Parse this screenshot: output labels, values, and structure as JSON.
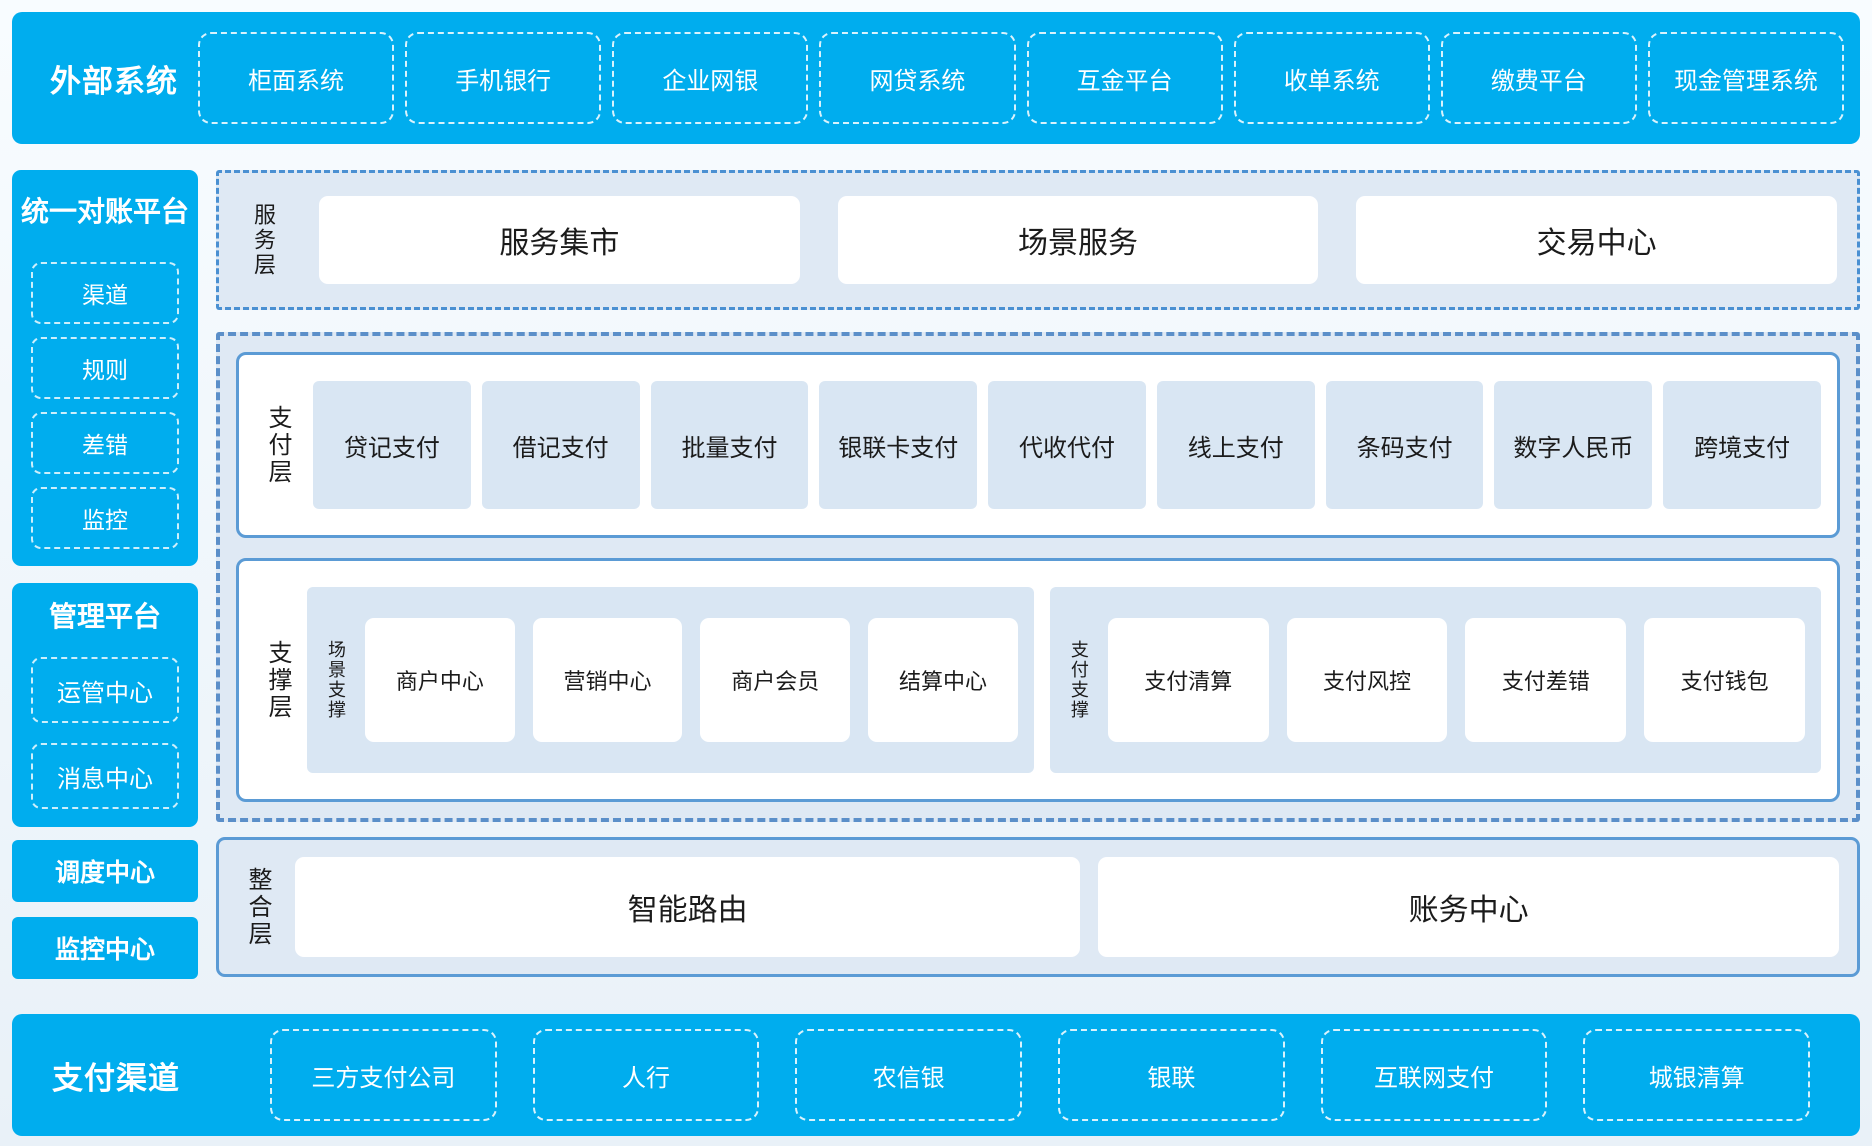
{
  "colors": {
    "bar_blue": "#00ADEE",
    "panel_fill": "#dfe9f4",
    "item_fill": "#d9e6f3",
    "solid_border": "#5b9bd5",
    "dashed_border": "#5b8fc9",
    "dashdot_border": "#4a90d2",
    "white": "#ffffff"
  },
  "topbar": {
    "title": "外部系统",
    "items": [
      "柜面系统",
      "手机银行",
      "企业网银",
      "网贷系统",
      "互金平台",
      "收单系统",
      "缴费平台",
      "现金管理系统"
    ]
  },
  "sidebar": {
    "panels": [
      {
        "title": "统一对账平台",
        "items": [
          "渠道",
          "规则",
          "差错",
          "监控"
        ]
      },
      {
        "title": "管理平台",
        "items": [
          "运管中心",
          "消息中心"
        ]
      }
    ],
    "blocks": [
      "调度中心",
      "监控中心"
    ]
  },
  "layers": {
    "service": {
      "label": "服务层",
      "items": [
        "服务集市",
        "场景服务",
        "交易中心"
      ]
    },
    "payment": {
      "label": "支付层",
      "items": [
        "贷记支付",
        "借记支付",
        "批量支付",
        "银联卡支付",
        "代收代付",
        "线上支付",
        "条码支付",
        "数字人民币",
        "跨境支付"
      ]
    },
    "support": {
      "label": "支撑层",
      "groups": [
        {
          "label": "场景支撑",
          "items": [
            "商户中心",
            "营销中心",
            "商户会员",
            "结算中心"
          ]
        },
        {
          "label": "支付支撑",
          "items": [
            "支付清算",
            "支付风控",
            "支付差错",
            "支付钱包"
          ]
        }
      ]
    },
    "integration": {
      "label": "整合层",
      "items": [
        "智能路由",
        "账务中心"
      ]
    }
  },
  "bottombar": {
    "title": "支付渠道",
    "items": [
      "三方支付公司",
      "人行",
      "农信银",
      "银联",
      "互联网支付",
      "城银清算"
    ]
  }
}
